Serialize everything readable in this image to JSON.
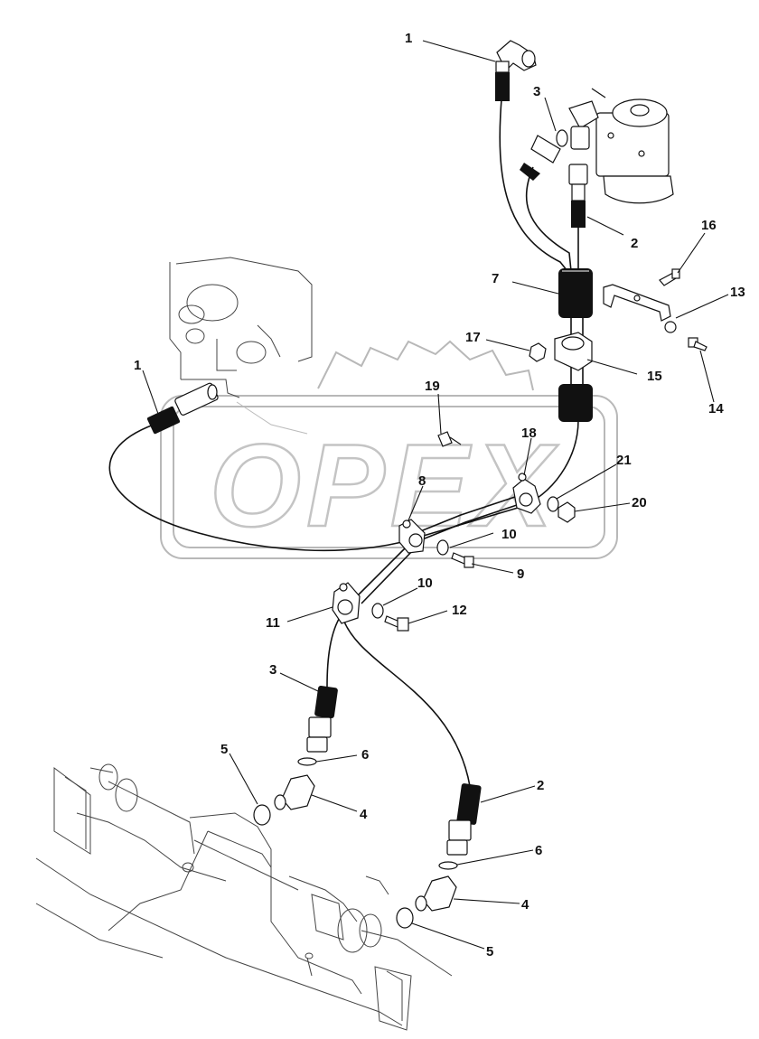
{
  "watermark": {
    "text": "OPEX"
  },
  "callouts": [
    {
      "id": "c1a",
      "label": "1"
    },
    {
      "id": "c3a",
      "label": "3"
    },
    {
      "id": "c2a",
      "label": "2"
    },
    {
      "id": "c16",
      "label": "16"
    },
    {
      "id": "c13",
      "label": "13"
    },
    {
      "id": "c7",
      "label": "7"
    },
    {
      "id": "c17",
      "label": "17"
    },
    {
      "id": "c15",
      "label": "15"
    },
    {
      "id": "c14",
      "label": "14"
    },
    {
      "id": "c1b",
      "label": "1"
    },
    {
      "id": "c19",
      "label": "19"
    },
    {
      "id": "c18",
      "label": "18"
    },
    {
      "id": "c21",
      "label": "21"
    },
    {
      "id": "c8",
      "label": "8"
    },
    {
      "id": "c20",
      "label": "20"
    },
    {
      "id": "c10a",
      "label": "10"
    },
    {
      "id": "c9",
      "label": "9"
    },
    {
      "id": "c10b",
      "label": "10"
    },
    {
      "id": "c12",
      "label": "12"
    },
    {
      "id": "c11",
      "label": "11"
    },
    {
      "id": "c3b",
      "label": "3"
    },
    {
      "id": "c5a",
      "label": "5"
    },
    {
      "id": "c6a",
      "label": "6"
    },
    {
      "id": "c4a",
      "label": "4"
    },
    {
      "id": "c2b",
      "label": "2"
    },
    {
      "id": "c6b",
      "label": "6"
    },
    {
      "id": "c4b",
      "label": "4"
    },
    {
      "id": "c5b",
      "label": "5"
    }
  ]
}
